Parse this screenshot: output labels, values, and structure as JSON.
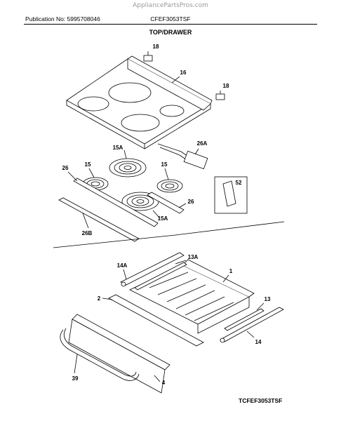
{
  "header": {
    "watermark": "AppliancePartsPros.com",
    "publication": "Publication No: 5995708046",
    "model": "CFEF3053TSF",
    "title": "TOP/DRAWER"
  },
  "footer": {
    "code": "TCFEF3053TSF"
  },
  "labels": {
    "l18a": "18",
    "l16": "16",
    "l18b": "18",
    "l26a": "26A",
    "l15a_top": "15A",
    "l26_left": "26",
    "l15_left": "15",
    "l15_right": "15",
    "l52": "52",
    "l26_right": "26",
    "l15a_bottom": "15A",
    "l26b": "26B",
    "l14a": "14A",
    "l13a": "13A",
    "l1": "1",
    "l2": "2",
    "l13": "13",
    "l14": "14",
    "l39": "39",
    "l4": "4"
  }
}
